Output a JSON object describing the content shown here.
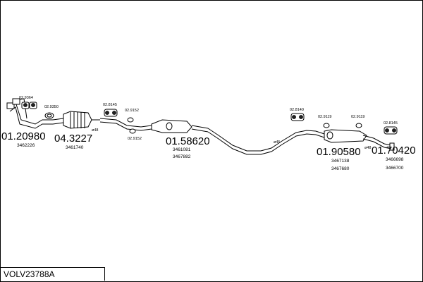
{
  "title": "VOLV23788A",
  "labels": {
    "p1": "01.20980",
    "p1_ref": "3462226",
    "p2": "04.3227",
    "p2_ref": "3461740",
    "p3": "01.58620",
    "p3_ref1": "3461081",
    "p3_ref2": "3467882",
    "p4": "01.90580",
    "p4_ref1": "3467138",
    "p4_ref2": "3467680",
    "p5": "01.70420",
    "p5_ref1": "3466698",
    "p5_ref2": "3466700",
    "h1": "02.9364",
    "h2": "02.9350",
    "h3": "02.8145",
    "h4": "02.9152",
    "h5": "02.9152",
    "h6": "02.8140",
    "h7": "02.9119",
    "h8": "02.9119",
    "h9": "02.8145",
    "d1": "ø48",
    "d2": "ø45",
    "d3": "ø48"
  }
}
